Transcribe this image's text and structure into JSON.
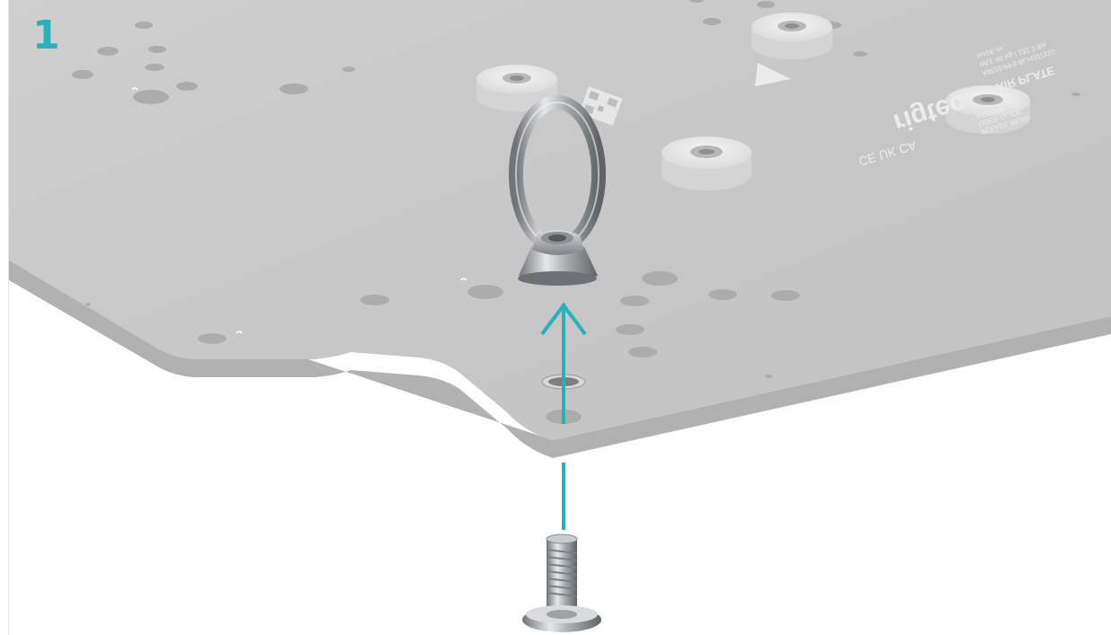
{
  "step": {
    "number": "1"
  },
  "plate": {
    "brand": "rigtec",
    "model": "AIR PLATE",
    "label_lines": [
      "PLEASE READ",
      "USER GUIDE",
      "BEFORE USE"
    ],
    "serial_lines": [
      "AIR22-PF5-BLH007150",
      "WLL 60 kg / 132.3 lbs",
      "MADE IN:"
    ],
    "marks": "CE UK CA"
  },
  "colors": {
    "accent": "#2ab0bd",
    "plate_top": "#c9c9c9",
    "plate_edge": "#b3b3b3",
    "hole": "#aeaeae",
    "steel": "#9aa0a4"
  },
  "icons": {
    "arrow": "arrow-up-icon",
    "eye_bolt": "eye-bolt-icon",
    "screw": "screw-icon",
    "warning": "warning-triangle-icon",
    "qr": "qr-code-icon"
  }
}
